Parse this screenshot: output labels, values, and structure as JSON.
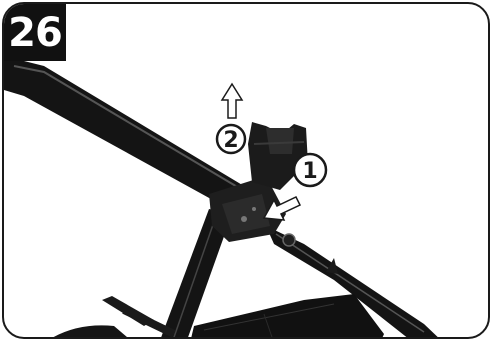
{
  "step": {
    "number": "26"
  },
  "callouts": [
    {
      "label": "1",
      "action": "press",
      "icon": "arrow-press-icon"
    },
    {
      "label": "2",
      "action": "lift-up",
      "icon": "arrow-up-icon"
    }
  ],
  "colors": {
    "frame": "#1a1a1a",
    "badge_bg": "#111111",
    "badge_text": "#ffffff",
    "metal": "#1c1c1c"
  }
}
